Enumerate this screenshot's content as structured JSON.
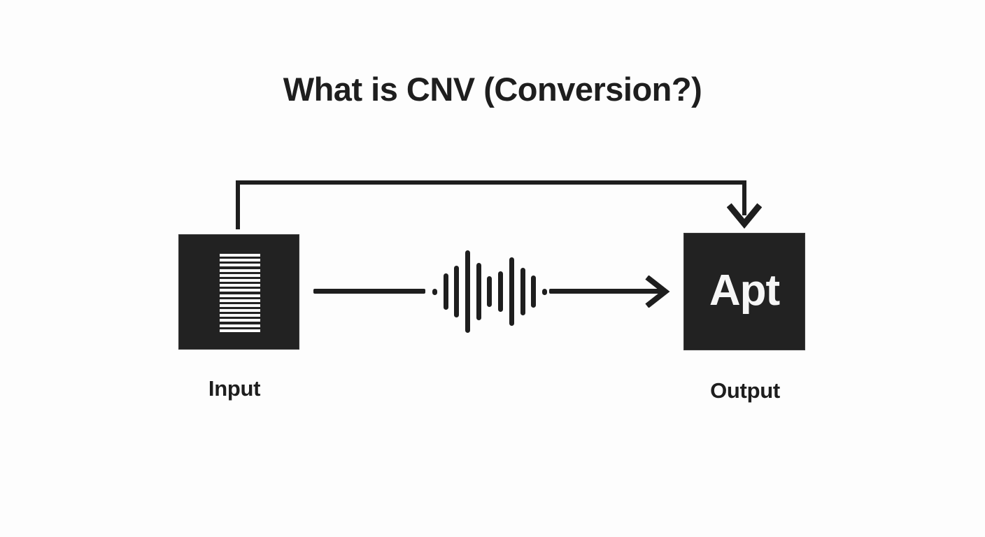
{
  "page": {
    "background_color": "#fdfdfd",
    "ink_color": "#1e1e1e",
    "box_color": "#222222"
  },
  "title": {
    "text": "What is CNV (Conversion?)"
  },
  "diagram": {
    "type": "flow-diagram",
    "nodes": [
      {
        "id": "input",
        "label": "Input",
        "icon": "document-lines-icon",
        "stripe_count": 16,
        "fill": "#222222"
      },
      {
        "id": "output",
        "label": "Apt",
        "caption": "Output",
        "fill": "#222222",
        "text_color": "#f6f6f6"
      }
    ],
    "connector": {
      "direction": "left-to-right",
      "arrow_icon": "arrow-right-icon",
      "midpoint_icon": "audio-waveform-icon"
    },
    "feedback_loop": {
      "from": "input",
      "to": "output",
      "arrow_icon": "arrow-down-icon"
    },
    "waveform": {
      "bar_count": 13,
      "bar_heights": [
        8,
        8,
        56,
        74,
        116,
        4,
        80,
        42,
        56,
        4,
        96,
        68,
        44,
        8
      ],
      "bars": [
        {
          "h": 9,
          "r": 4.5
        },
        {
          "h": 52,
          "r": 3.5
        },
        {
          "h": 74,
          "r": 3.5
        },
        {
          "h": 118,
          "r": 3.5
        },
        {
          "h": 82,
          "r": 3.5
        },
        {
          "h": 44,
          "r": 3.5
        },
        {
          "h": 58,
          "r": 3.5
        },
        {
          "h": 98,
          "r": 3.5
        },
        {
          "h": 68,
          "r": 3.5
        },
        {
          "h": 46,
          "r": 3.5
        },
        {
          "h": 9,
          "r": 4.5
        }
      ]
    }
  }
}
